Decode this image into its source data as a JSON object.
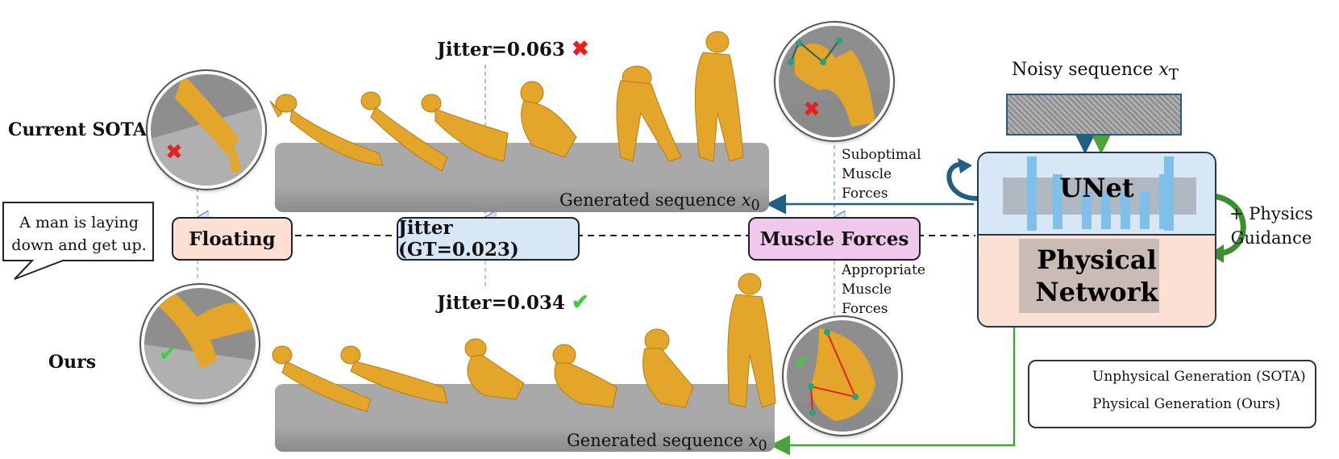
{
  "colors": {
    "sota_arrow": "#1f5f82",
    "ours_arrow": "#4aa33a",
    "floating_box": "#fbe0d3",
    "jitter_box": "#d8e7f5",
    "muscle_box": "#f0c8ee",
    "unet_box": "#d8e7f5",
    "physical_box": "#fbe0d3",
    "figure": "#e3a52a",
    "cross": "#e52121",
    "check": "#36d23a"
  },
  "rows": {
    "sota_label": "Current SOTA",
    "ours_label": "Ours"
  },
  "prompt": "A man is laying down and get up.",
  "boxes": {
    "floating": "Floating",
    "jitter": "Jitter (GT=0.023)",
    "muscle": "Muscle Forces"
  },
  "jitter": {
    "sota_value": "Jitter=0.063",
    "ours_value": "Jitter=0.034",
    "sota_mark_icon": "cross-icon",
    "ours_mark_icon": "check-icon"
  },
  "sequence": {
    "label_prefix": "Generated sequence ",
    "var": "x",
    "sub": "0"
  },
  "muscle_notes": {
    "sota": [
      "Suboptimal",
      "Muscle",
      "Forces"
    ],
    "ours": [
      "Appropriate",
      "Muscle",
      "Forces"
    ]
  },
  "noise": {
    "label_prefix": "Noisy sequence ",
    "var": "x",
    "sub": "T"
  },
  "model": {
    "unet": "UNet",
    "physical_line1": "Physical",
    "physical_line2": "Network"
  },
  "guidance": {
    "line1": "+ Physics",
    "line2": "Guidance"
  },
  "legend": {
    "sota": "Unphysical Generation (SOTA)",
    "ours": "Physical Generation (Ours)"
  }
}
